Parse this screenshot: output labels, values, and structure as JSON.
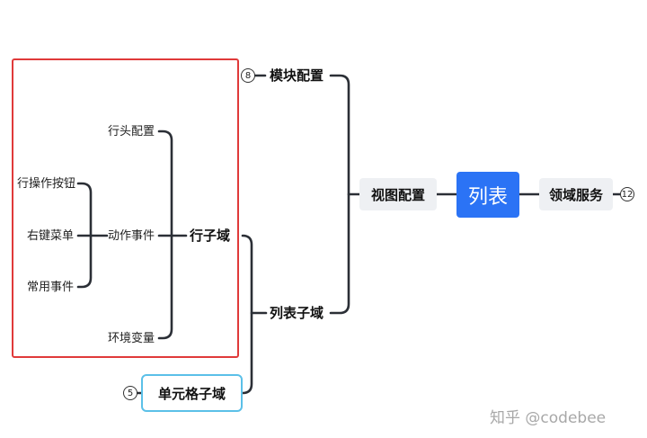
{
  "root": {
    "label": "列表"
  },
  "right_branch": {
    "label": "领域服务",
    "badge": "12"
  },
  "left_main": {
    "label": "视图配置"
  },
  "module_config": {
    "label": "模块配置",
    "badge": "8"
  },
  "list_subdomain": {
    "label": "列表子域"
  },
  "row_domain": {
    "label": "行子域"
  },
  "cell_subdomain": {
    "label": "单元格子域",
    "badge": "5"
  },
  "row_children": {
    "header_config": "行头配置",
    "action_events": "动作事件",
    "env_vars": "环境变量"
  },
  "action_children": {
    "row_buttons": "行操作按钮",
    "context_menu": "右键菜单",
    "common_events": "常用事件"
  },
  "watermark": "知乎 @codebee",
  "colors": {
    "root_fill": "#2b73f5",
    "node_fill": "#eef0f3",
    "highlight_frame": "#e03a3a",
    "cell_border": "#5bc0e8",
    "connector": "#2b2f36"
  }
}
